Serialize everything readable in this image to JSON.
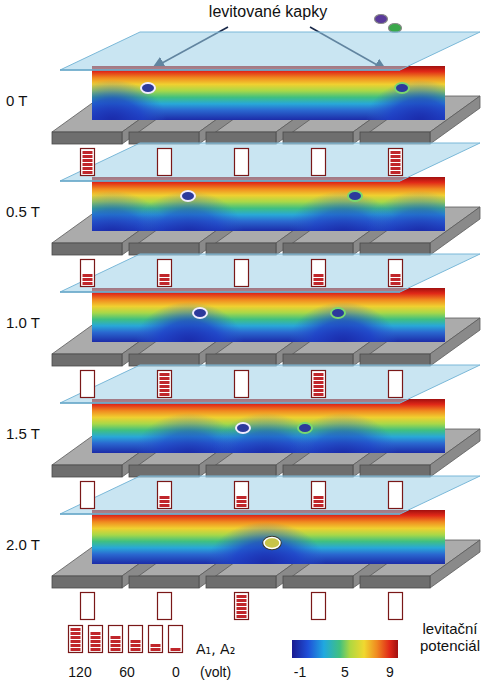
{
  "diagram": {
    "labels": [
      "levitované kapky",
      "0 T",
      "0.5 T",
      "1.0 T",
      "1.5 T",
      "2.0 T",
      "120",
      "60",
      "0",
      "A₁, A₂",
      "(volt)",
      "-1",
      "5",
      "9",
      "levitační potenciál"
    ]
  }
}
